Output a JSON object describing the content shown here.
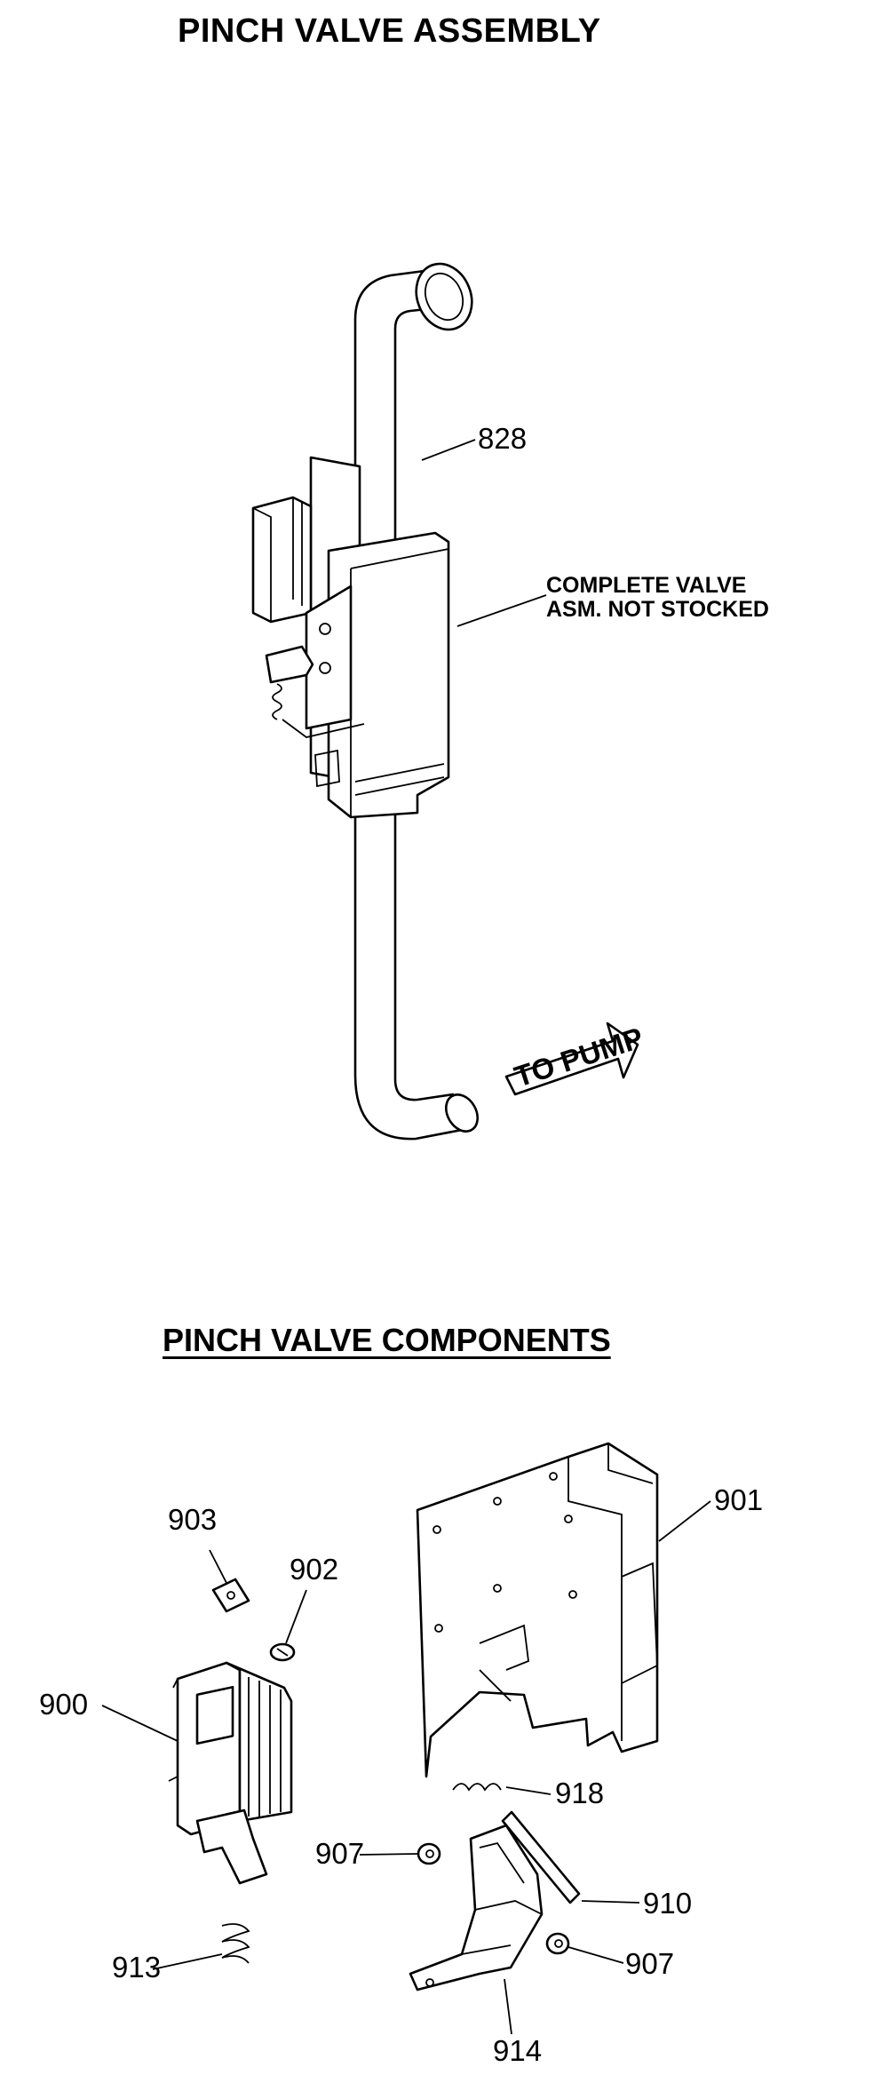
{
  "assembly": {
    "title": "PINCH VALVE ASSEMBLY",
    "note_line1": "COMPLETE VALVE",
    "note_line2": "ASM. NOT STOCKED",
    "arrow_label": "TO PUMP",
    "part_tube": "828"
  },
  "components": {
    "title": "PINCH VALVE COMPONENTS",
    "parts": {
      "p900": "900",
      "p901": "901",
      "p902": "902",
      "p903": "903",
      "p907a": "907",
      "p907b": "907",
      "p910": "910",
      "p913": "913",
      "p914": "914",
      "p918": "918"
    }
  }
}
